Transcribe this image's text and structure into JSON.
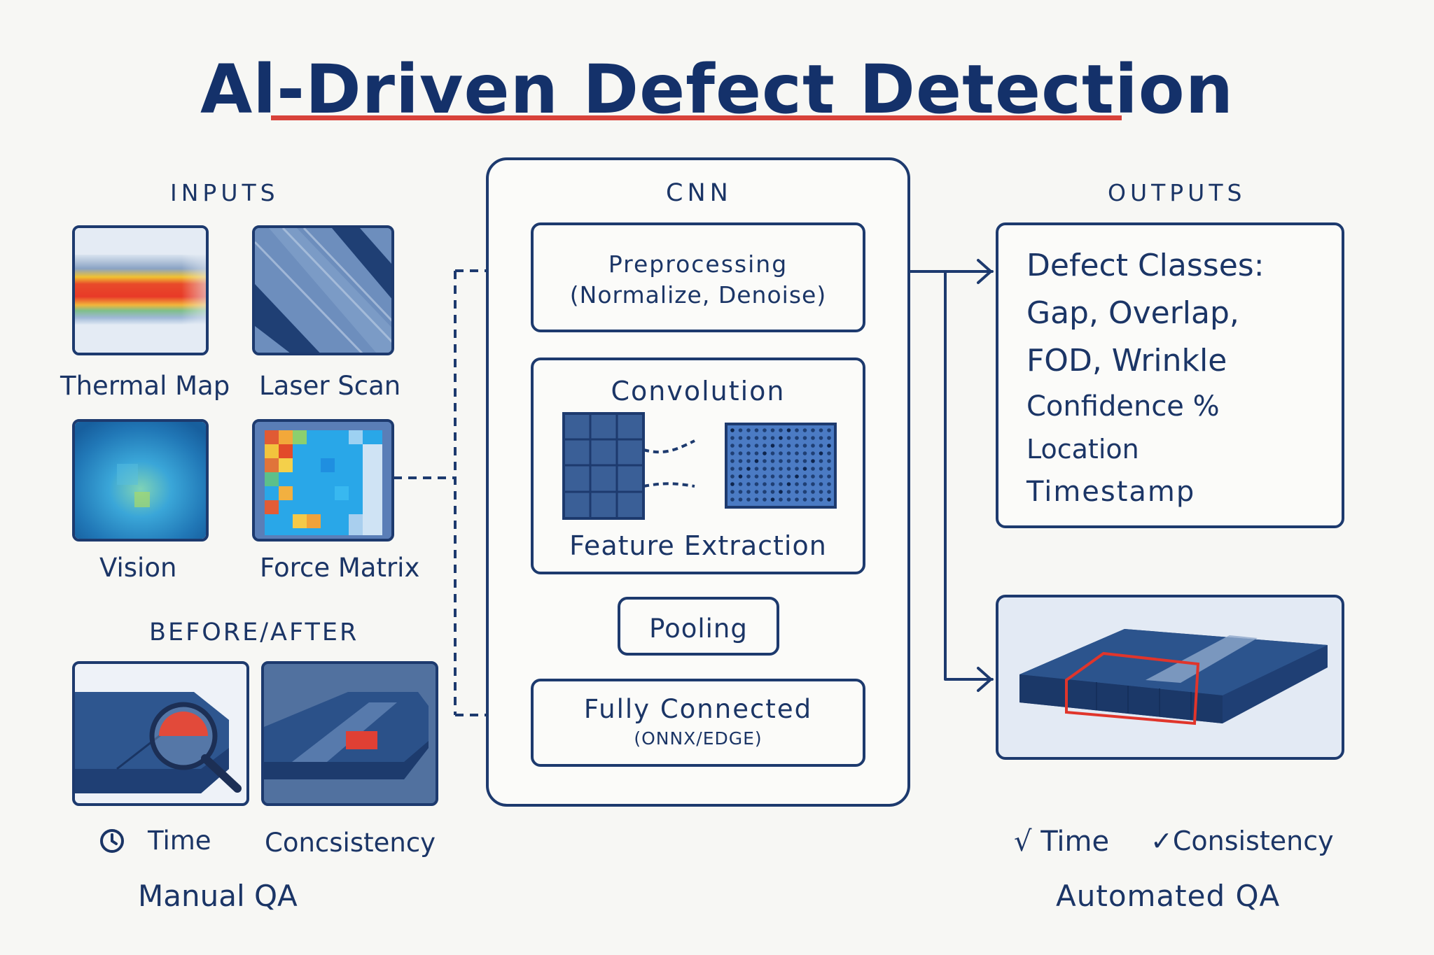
{
  "title": "Al-Driven Defect Detection",
  "colors": {
    "navy": "#1d3a6e",
    "accent": "#d8423a",
    "bg": "#f7f7f4"
  },
  "inputs": {
    "heading": "INPUTS",
    "thermal": "Thermal Map",
    "laser": "Laser Scan",
    "vision": "Vision",
    "force": "Force Matrix"
  },
  "before_after": {
    "heading": "BEFORE/AFTER",
    "manual_time": "Time",
    "manual_consistency": "Concsistency",
    "manual_label": "Manual QA",
    "clock_icon": "clock-icon",
    "magnifier_icon": "magnifier-icon"
  },
  "cnn": {
    "heading": "CNN",
    "preprocessing": "Preprocessing",
    "preprocessing_sub": "(Normalize, Denoise)",
    "convolution": "Convolution",
    "feature_extraction": "Feature Extraction",
    "pooling": "Pooling",
    "fully_connected": "Fully Connected",
    "fully_connected_sub": "(ONNX/EDGE)"
  },
  "outputs": {
    "heading": "OUTPUTS",
    "lines": [
      "Defect Classes:",
      "Gap, Overlap,",
      "FOD, Wrinkle",
      "Confidence %",
      "Location",
      "Timestamp"
    ],
    "auto_time": "√ Time",
    "auto_consistency": "✓Consistency",
    "auto_label": "Automated QA"
  }
}
